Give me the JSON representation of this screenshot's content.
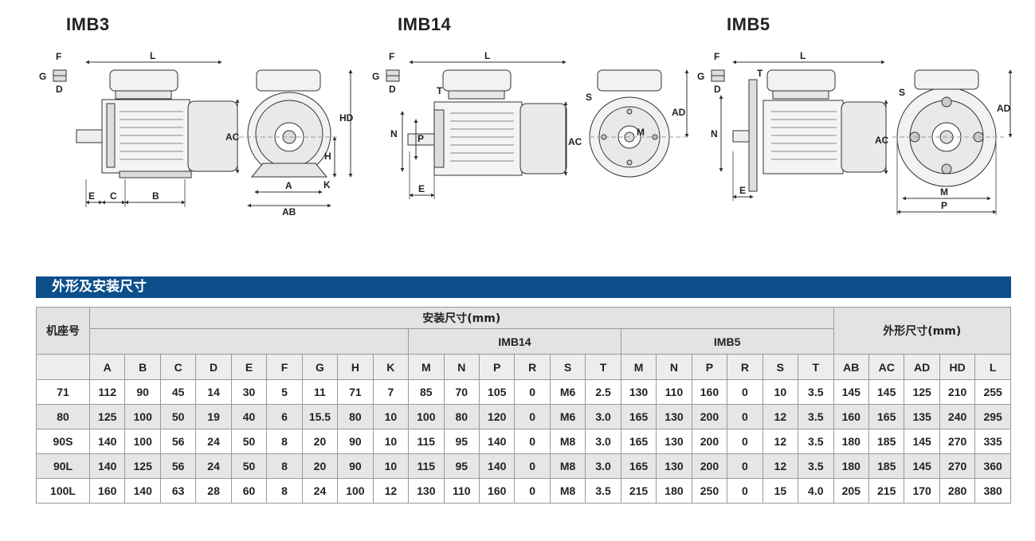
{
  "figures": {
    "imb3": {
      "title": "IMB3",
      "labels": {
        "F": "F",
        "G": "G",
        "D": "D",
        "L": "L",
        "AC": "AC",
        "HD": "HD",
        "H": "H",
        "K": "K",
        "E": "E",
        "C": "C",
        "B": "B",
        "A": "A",
        "AB": "AB"
      }
    },
    "imb14": {
      "title": "IMB14",
      "labels": {
        "F": "F",
        "G": "G",
        "D": "D",
        "L": "L",
        "T": "T",
        "P": "P",
        "N": "N",
        "AC": "AC",
        "AD": "AD",
        "S": "S",
        "M": "M",
        "E": "E"
      }
    },
    "imb5": {
      "title": "IMB5",
      "labels": {
        "F": "F",
        "G": "G",
        "D": "D",
        "L": "L",
        "T": "T",
        "N": "N",
        "AC": "AC",
        "AD": "AD",
        "S": "S",
        "M": "M",
        "P": "P",
        "E": "E"
      }
    }
  },
  "section_title": "外形及安装尺寸",
  "table": {
    "frame_header": "机座号",
    "install_header": "安装尺寸(mm)",
    "imb14_header": "IMB14",
    "imb5_header": "IMB5",
    "outline_header": "外形尺寸(mm)",
    "columns": [
      "A",
      "B",
      "C",
      "D",
      "E",
      "F",
      "G",
      "H",
      "K",
      "M",
      "N",
      "P",
      "R",
      "S",
      "T",
      "M",
      "N",
      "P",
      "R",
      "S",
      "T",
      "AB",
      "AC",
      "AD",
      "HD",
      "L"
    ],
    "rows": [
      [
        "71",
        "112",
        "90",
        "45",
        "14",
        "30",
        "5",
        "11",
        "71",
        "7",
        "85",
        "70",
        "105",
        "0",
        "M6",
        "2.5",
        "130",
        "110",
        "160",
        "0",
        "10",
        "3.5",
        "145",
        "145",
        "125",
        "210",
        "255"
      ],
      [
        "80",
        "125",
        "100",
        "50",
        "19",
        "40",
        "6",
        "15.5",
        "80",
        "10",
        "100",
        "80",
        "120",
        "0",
        "M6",
        "3.0",
        "165",
        "130",
        "200",
        "0",
        "12",
        "3.5",
        "160",
        "165",
        "135",
        "240",
        "295"
      ],
      [
        "90S",
        "140",
        "100",
        "56",
        "24",
        "50",
        "8",
        "20",
        "90",
        "10",
        "115",
        "95",
        "140",
        "0",
        "M8",
        "3.0",
        "165",
        "130",
        "200",
        "0",
        "12",
        "3.5",
        "180",
        "185",
        "145",
        "270",
        "335"
      ],
      [
        "90L",
        "140",
        "125",
        "56",
        "24",
        "50",
        "8",
        "20",
        "90",
        "10",
        "115",
        "95",
        "140",
        "0",
        "M8",
        "3.0",
        "165",
        "130",
        "200",
        "0",
        "12",
        "3.5",
        "180",
        "185",
        "145",
        "270",
        "360"
      ],
      [
        "100L",
        "160",
        "140",
        "63",
        "28",
        "60",
        "8",
        "24",
        "100",
        "12",
        "130",
        "110",
        "160",
        "0",
        "M8",
        "3.5",
        "215",
        "180",
        "250",
        "0",
        "15",
        "4.0",
        "205",
        "215",
        "170",
        "280",
        "380"
      ]
    ]
  }
}
